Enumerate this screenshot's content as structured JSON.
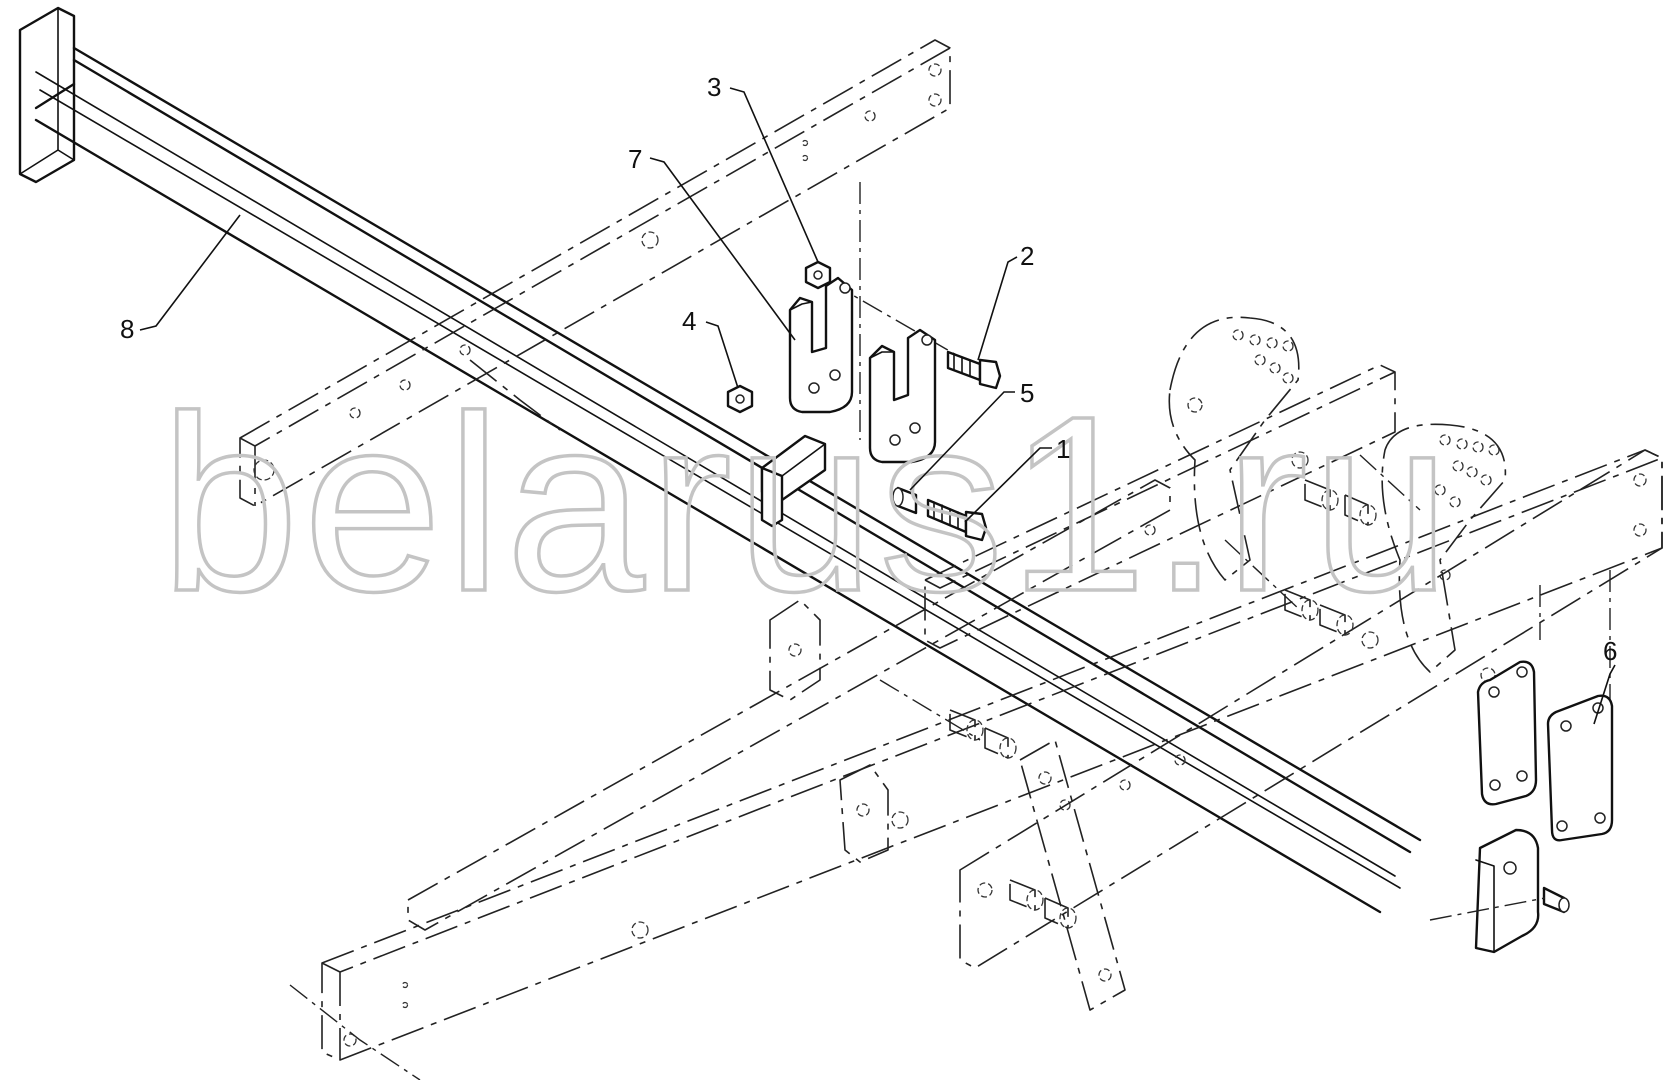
{
  "watermark": "belarus1.ru",
  "callouts": [
    {
      "id": "c1",
      "label": "1"
    },
    {
      "id": "c2",
      "label": "2"
    },
    {
      "id": "c3",
      "label": "3"
    },
    {
      "id": "c4",
      "label": "4"
    },
    {
      "id": "c5",
      "label": "5"
    },
    {
      "id": "c6",
      "label": "6"
    },
    {
      "id": "c7",
      "label": "7"
    },
    {
      "id": "c8",
      "label": "8"
    }
  ]
}
